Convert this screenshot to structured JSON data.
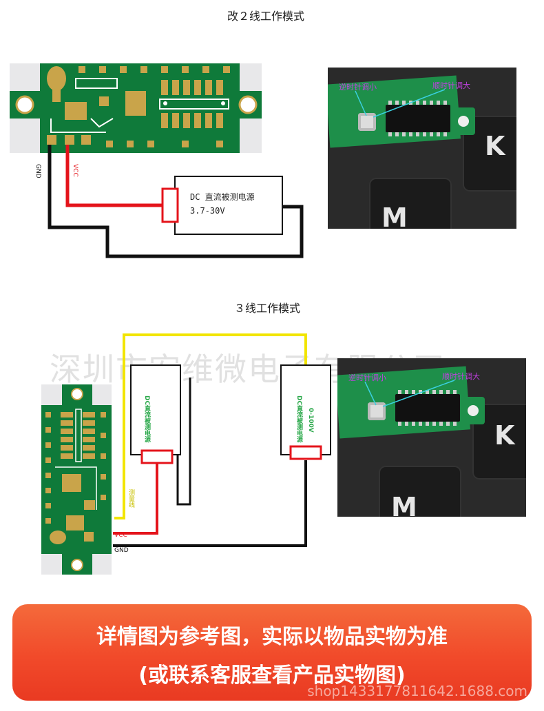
{
  "section1": {
    "title": "改２线工作模式",
    "gnd_label": "GND",
    "vcc_label": "VCC",
    "source_box_line1": "DC 直流被测电源",
    "source_box_line2": "3.7-30V",
    "photo_label_left": "逆时针调小",
    "photo_label_right": "顺时针调大"
  },
  "section2": {
    "title": "３线工作模式",
    "watermark": "深圳市宏维微电子有限公司",
    "box1_text": "DC直流被测电源",
    "box2_text": "DC直流被测电源",
    "box2_range": "0-100V",
    "measure_label": "测量线",
    "vcc_label": "VCC",
    "gnd_label": "GND",
    "photo_label_left": "逆时针调小",
    "photo_label_right": "顺时针调大"
  },
  "banner": {
    "line1": "详情图为参考图，实际以物品实物为准",
    "line2": "(或联系客服查看产品实物图)",
    "shop": "shop1433177811642.1688.com"
  },
  "colors": {
    "pcb_green": "#0f7a3a",
    "pad_gold": "#c9a44a",
    "wire_red": "#e4141b",
    "wire_black": "#111111",
    "wire_yellow": "#f2e500",
    "label_purple": "#c040e0",
    "banner_orange": "#f14a2a"
  }
}
